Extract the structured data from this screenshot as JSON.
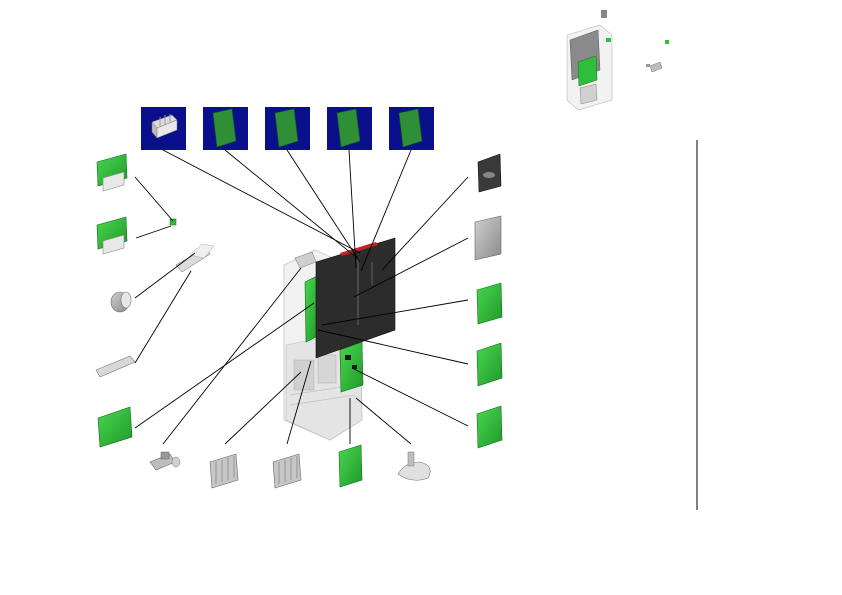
{
  "diagram": {
    "kind": "exploded-assembly-view",
    "colors": {
      "board_green": "#2fbf3a",
      "board_green_dark": "#1c8f28",
      "highlight_blue": "#0a0f8c",
      "panel_dark": "#2c2c2c",
      "metal_gray": "#9a9a9a",
      "leader_line": "#000000"
    },
    "highlighted_parts": [
      {
        "name": "heatsink-part",
        "icon": "heatsink-icon"
      },
      {
        "name": "board-part",
        "icon": "board-icon"
      },
      {
        "name": "board-part",
        "icon": "board-icon"
      },
      {
        "name": "board-part",
        "icon": "board-icon"
      },
      {
        "name": "board-part",
        "icon": "board-icon"
      }
    ]
  }
}
